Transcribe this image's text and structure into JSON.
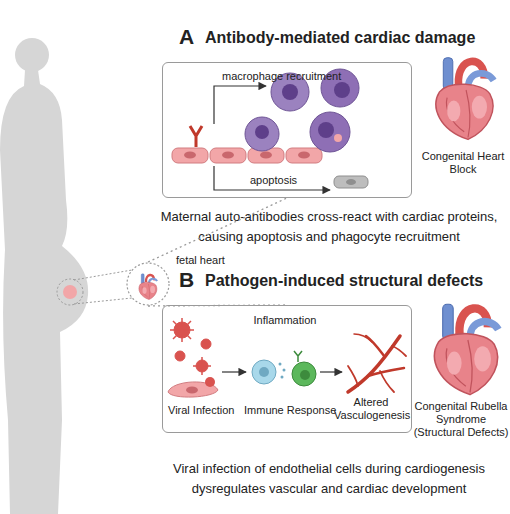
{
  "diagram": {
    "nodes": [
      {
        "text": [
          "fetal heart"
        ]
      },
      {
        "text": [
          "A",
          "Antibody-mediated cardiac damage"
        ]
      },
      {
        "text": [
          "B",
          "Pathogen-induced structural defects"
        ]
      }
    ],
    "edges": [
      {
        "from": 0,
        "to": 1,
        "arrow": "none"
      },
      {
        "from": 0,
        "to": 2,
        "arrow": "none"
      }
    ],
    "labels": [
      "macrophage recruitment",
      "apoptosis",
      "Congenital Heart Block",
      "Maternal auto-antibodies cross-react with cardiac proteins, causing apoptosis and phagocyte recruitment",
      "Inflammation",
      "Viral Infection",
      "Immune Response",
      "Altered Vasculogenesis",
      "Congenital Rubella Syndrome (Structural Defects)",
      "Viral infection of endothelial cells during cardiogenesis dysregulates vascular and cardiac development"
    ]
  }
}
